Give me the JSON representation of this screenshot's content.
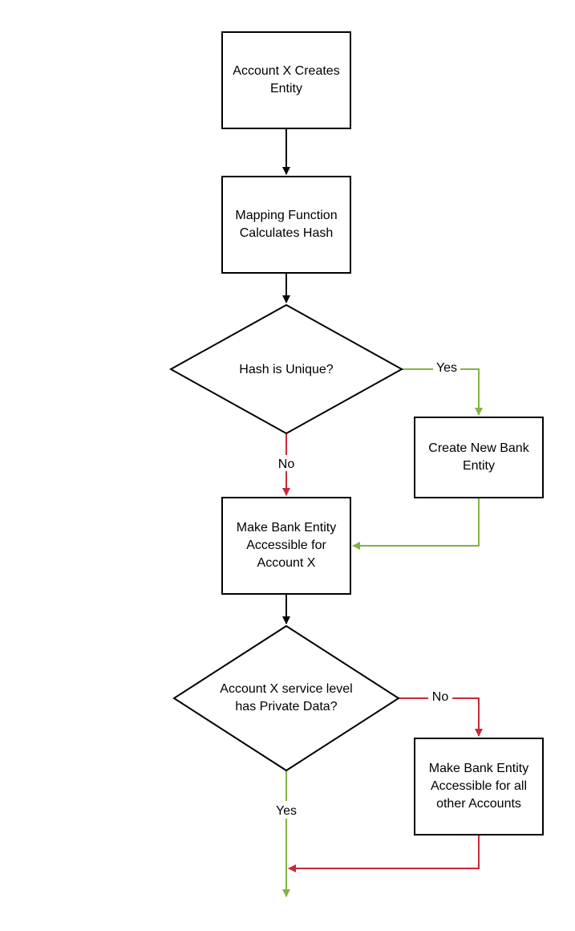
{
  "flowchart": {
    "nodes": {
      "create_entity": {
        "shape": "rectangle",
        "lines": [
          "Account X Creates",
          "Entity"
        ]
      },
      "mapping_function": {
        "shape": "rectangle",
        "lines": [
          "Mapping Function",
          "Calculates Hash"
        ]
      },
      "hash_unique": {
        "shape": "decision",
        "lines": [
          "Hash is Unique?"
        ]
      },
      "create_bank_entity": {
        "shape": "rectangle",
        "lines": [
          "Create New Bank",
          "Entity"
        ]
      },
      "make_accessible_x": {
        "shape": "rectangle",
        "lines": [
          "Make Bank Entity",
          "Accessible for",
          "Account X"
        ]
      },
      "private_data": {
        "shape": "decision",
        "lines": [
          "Account X service level",
          "has Private Data?"
        ]
      },
      "make_accessible_all": {
        "shape": "rectangle",
        "lines": [
          "Make Bank Entity",
          "Accessible for all",
          "other Accounts"
        ]
      }
    },
    "edges": {
      "create_to_mapping": {
        "label": "",
        "color": "#000000"
      },
      "mapping_to_hash": {
        "label": "",
        "color": "#000000"
      },
      "hash_yes": {
        "label": "Yes",
        "color": "#82b440"
      },
      "hash_no": {
        "label": "No",
        "color": "#c8293a"
      },
      "create_bank_to_accessible": {
        "label": "",
        "color": "#82b440"
      },
      "accessible_to_private": {
        "label": "",
        "color": "#000000"
      },
      "private_no": {
        "label": "No",
        "color": "#c8293a"
      },
      "private_yes": {
        "label": "Yes",
        "color": "#82b440"
      },
      "accessible_all_to_end": {
        "label": "",
        "color": "#c8293a"
      }
    }
  }
}
